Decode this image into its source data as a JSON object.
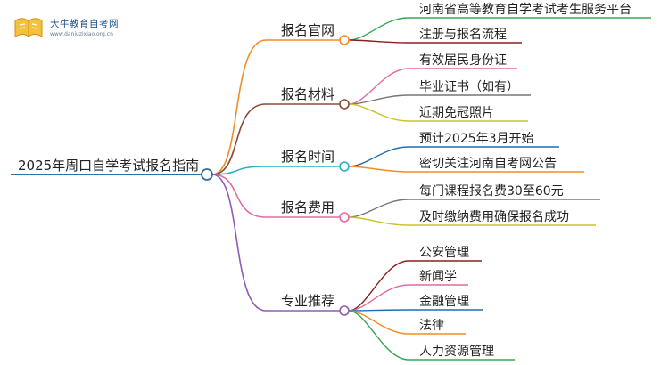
{
  "logo": {
    "name": "大牛教育自考网",
    "url": "www.daniuzixiao.org.cn"
  },
  "root": {
    "label": "2025年周口自学考试报名指南",
    "color": "#2f6fa8"
  },
  "branches": [
    {
      "label": "报名官网",
      "color": "#f28c28",
      "children": [
        {
          "label": "河南省高等教育自学考试考生服务平台",
          "color": "#35a853"
        },
        {
          "label": "注册与报名流程",
          "color": "#8b1e1e"
        }
      ]
    },
    {
      "label": "报名材料",
      "color": "#8b4a3a",
      "children": [
        {
          "label": "有效居民身份证",
          "color": "#e66aa0"
        },
        {
          "label": "毕业证书（如有）",
          "color": "#777777"
        },
        {
          "label": "近期免冠照片",
          "color": "#c8c42a"
        }
      ]
    },
    {
      "label": "报名时间",
      "color": "#27b3c9",
      "children": [
        {
          "label": "预计2025年3月开始",
          "color": "#1f6fb5"
        },
        {
          "label": "密切关注河南自考网公告",
          "color": "#f28c28"
        }
      ]
    },
    {
      "label": "报名费用",
      "color": "#e66aa0",
      "children": [
        {
          "label": "每门课程报名费30至60元",
          "color": "#777777"
        },
        {
          "label": "及时缴纳费用确保报名成功",
          "color": "#c8c42a"
        }
      ]
    },
    {
      "label": "专业推荐",
      "color": "#8e5bb5",
      "children": [
        {
          "label": "公安管理",
          "color": "#8b1e1e"
        },
        {
          "label": "新闻学",
          "color": "#e66aa0"
        },
        {
          "label": "金融管理",
          "color": "#1f6fb5"
        },
        {
          "label": "法律",
          "color": "#f28c28"
        },
        {
          "label": "人力资源管理",
          "color": "#35a853"
        }
      ]
    }
  ]
}
